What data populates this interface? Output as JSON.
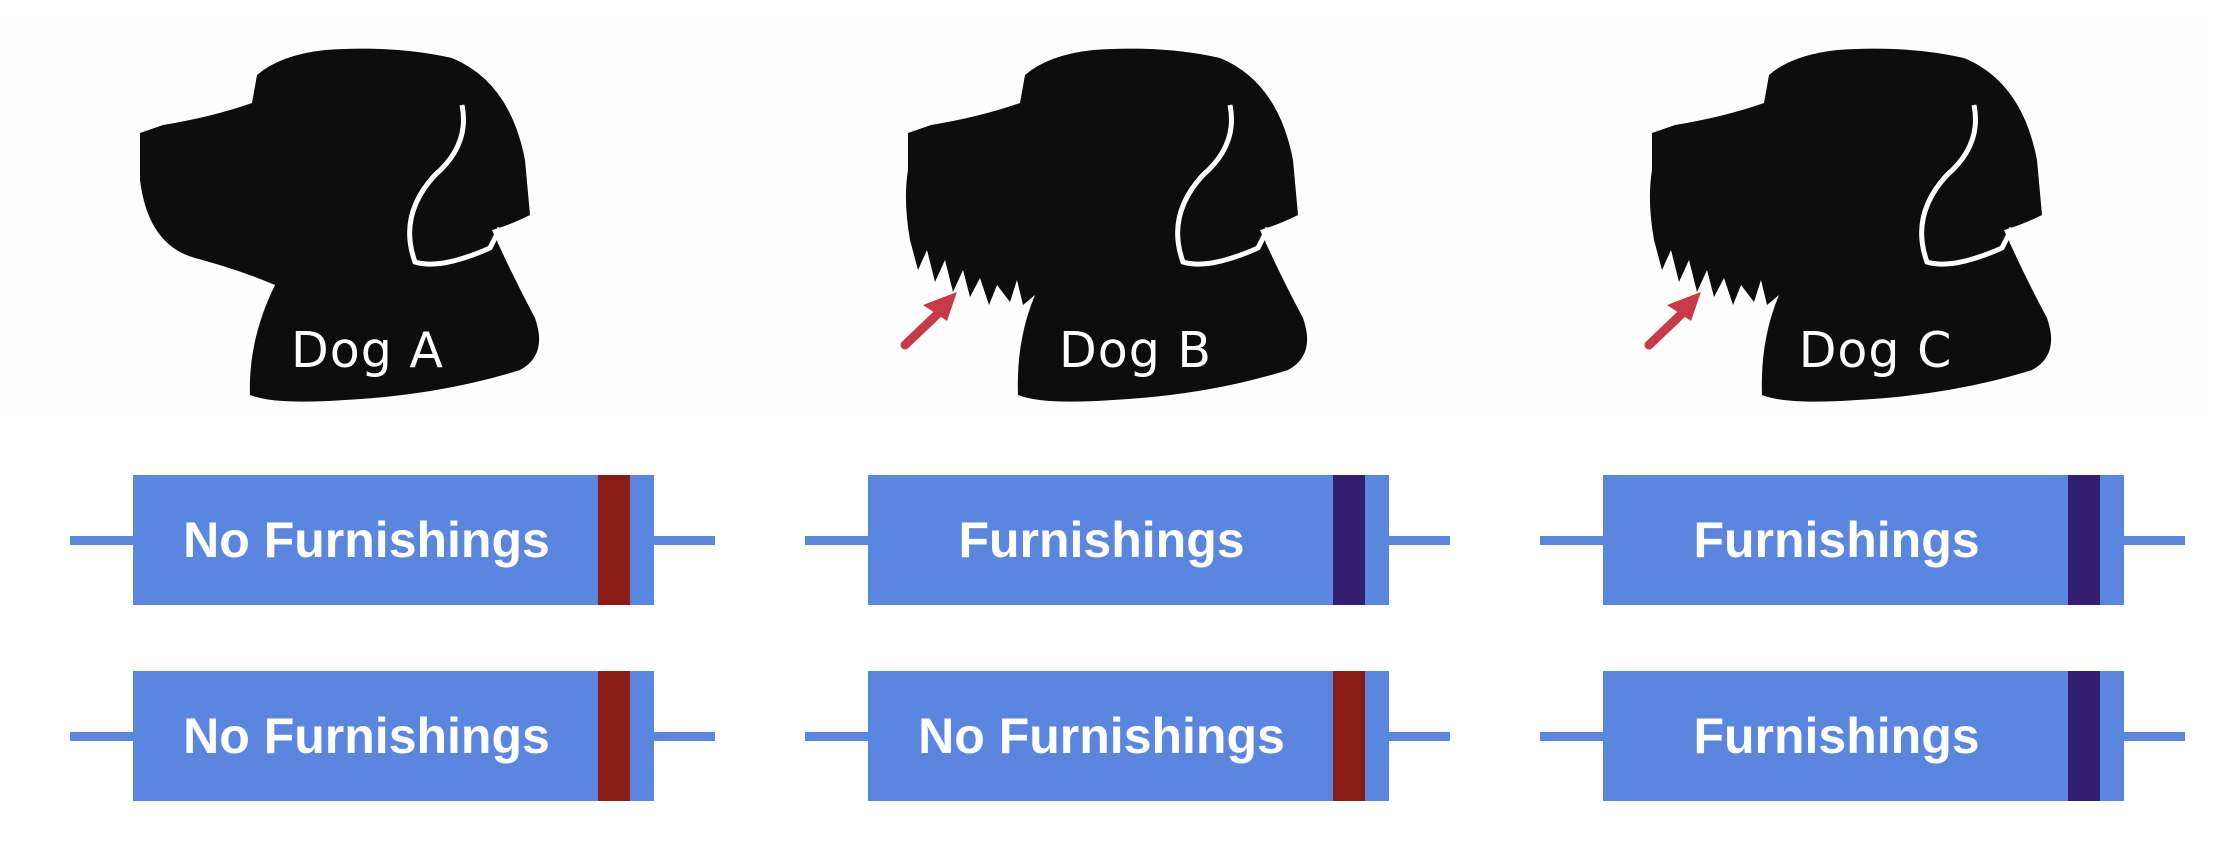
{
  "colors": {
    "allele_blue": "#5b86e0",
    "no_furnishings_band": "#8b1c15",
    "furnishings_band": "#341e72",
    "arrow_red": "#c83a48",
    "silhouette": "#0d0d0d"
  },
  "dogs": [
    {
      "name": "Dog A",
      "beard": false,
      "alleles": [
        {
          "label": "No Furnishings",
          "band": "no_furnishings_band"
        },
        {
          "label": "No Furnishings",
          "band": "no_furnishings_band"
        }
      ]
    },
    {
      "name": "Dog B",
      "beard": true,
      "alleles": [
        {
          "label": "Furnishings",
          "band": "furnishings_band"
        },
        {
          "label": "No Furnishings",
          "band": "no_furnishings_band"
        }
      ]
    },
    {
      "name": "Dog C",
      "beard": true,
      "alleles": [
        {
          "label": "Furnishings",
          "band": "furnishings_band"
        },
        {
          "label": "Furnishings",
          "band": "furnishings_band"
        }
      ]
    }
  ]
}
